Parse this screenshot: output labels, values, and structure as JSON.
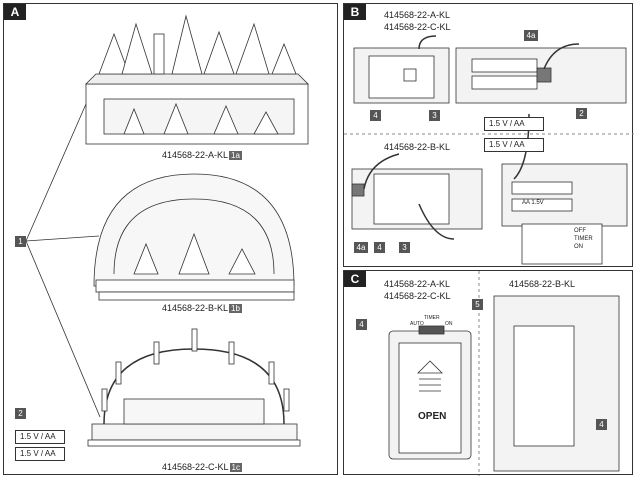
{
  "panels": {
    "a": {
      "tag": "A"
    },
    "b": {
      "tag": "B"
    },
    "c": {
      "tag": "C"
    }
  },
  "panel_a": {
    "model_1a": "414568-22-A-KL",
    "badge_1a": "1a",
    "model_1b": "414568-22-B-KL",
    "badge_1b": "1b",
    "model_1c": "414568-22-C-KL",
    "badge_1c": "1c",
    "callout_1": "1",
    "callout_2": "2",
    "battery_1": "1.5 V / AA",
    "battery_2": "1.5 V / AA"
  },
  "panel_b": {
    "model_a": "414568-22-A-KL",
    "model_c": "414568-22-C-KL",
    "model_b": "414568-22-B-KL",
    "callout_4_top": "4",
    "callout_3_top": "3",
    "callout_4a_top": "4a",
    "callout_2": "2",
    "callout_4a_bottom": "4a",
    "callout_4_bottom": "4",
    "callout_3_bottom": "3",
    "battery_plus": "1.5 V / AA",
    "battery_minus": "1.5 V / AA",
    "cell_label": "AA 1.5V",
    "switch_labels": [
      "OFF",
      "TIMER",
      "ON"
    ]
  },
  "panel_c": {
    "model_a": "414568-22-A-KL",
    "model_c": "414568-22-C-KL",
    "model_b": "414568-22-B-KL",
    "callout_5": "5",
    "callout_4_left": "4",
    "callout_4_right": "4",
    "switch_labels": [
      "AUTO",
      "TIMER",
      "ON"
    ],
    "open_label": "OPEN"
  }
}
